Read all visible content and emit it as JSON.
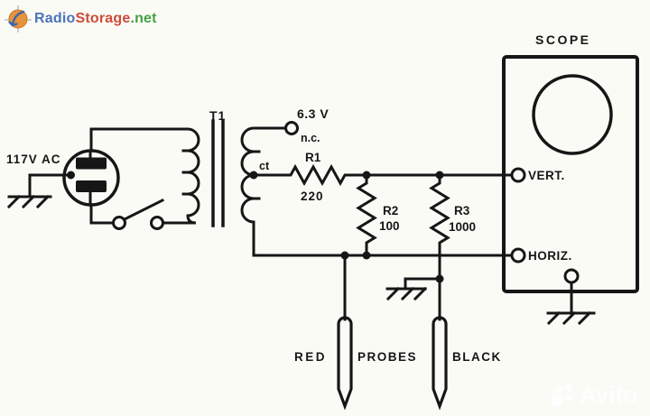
{
  "brand": {
    "radio": "Radio",
    "storage": "Storage",
    "net": ".net"
  },
  "watermark": {
    "name": "Avito"
  },
  "schematic": {
    "labels": {
      "ac_input": "117V AC",
      "transformer": "T1",
      "secondary_voltage": "6.3 V",
      "not_connected": "n.c.",
      "center_tap": "ct",
      "r1_name": "R1",
      "r1_value": "220",
      "r2_name": "R2",
      "r2_value": "100",
      "r3_name": "R3",
      "r3_value": "1000",
      "scope": "SCOPE",
      "vertical_input": "VERT.",
      "horizontal_input": "HORIZ.",
      "red_probe": "RED",
      "probes": "PROBES",
      "black_probe": "BLACK"
    },
    "colors": {
      "ink": "#161616",
      "background": "#fbfbf6",
      "brand_blue": "#4a74b8",
      "brand_red": "#cf4a3a",
      "brand_green": "#44a043",
      "logo_orange": "#e8923a",
      "watermark": "#ffffff"
    }
  }
}
